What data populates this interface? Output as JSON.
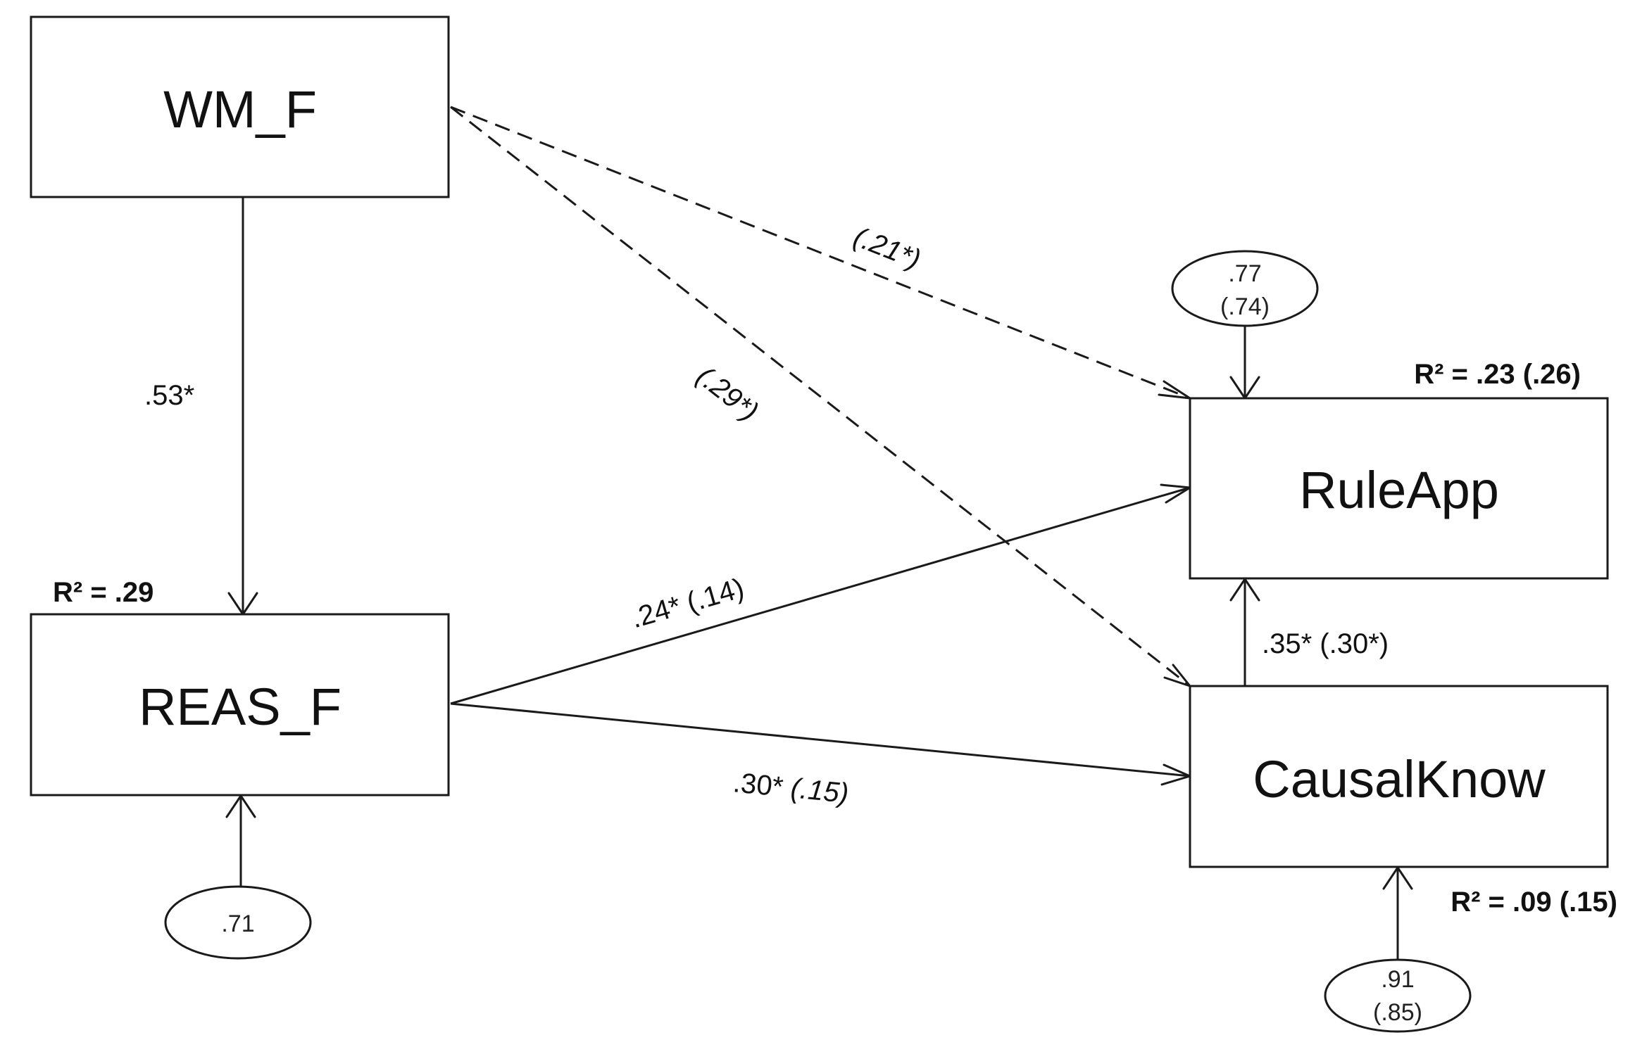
{
  "nodes": {
    "wm": {
      "label": "WM_F"
    },
    "reas": {
      "label": "REAS_F",
      "r2": "R² = .29"
    },
    "ruleapp": {
      "label": "RuleApp",
      "r2": "R² = .23 (.26)"
    },
    "causal": {
      "label": "CausalKnow",
      "r2": "R² = .09 (.15)"
    }
  },
  "errors": {
    "reas": {
      "line1": ".71"
    },
    "ruleapp": {
      "line1": ".77",
      "line2": "(.74)"
    },
    "causal": {
      "line1": ".91",
      "line2": "(.85)"
    }
  },
  "paths": {
    "wm_reas": {
      "coef": ".53*"
    },
    "wm_ruleapp": {
      "coef": "(.21*)"
    },
    "wm_causal": {
      "coef": "(.29*)"
    },
    "reas_ruleapp": {
      "coef": ".24* (.14)"
    },
    "reas_causal": {
      "coef_main": ".30*",
      "coef_paren": " (.15)"
    },
    "causal_ruleapp": {
      "coef": ".35* (.30*)"
    }
  }
}
